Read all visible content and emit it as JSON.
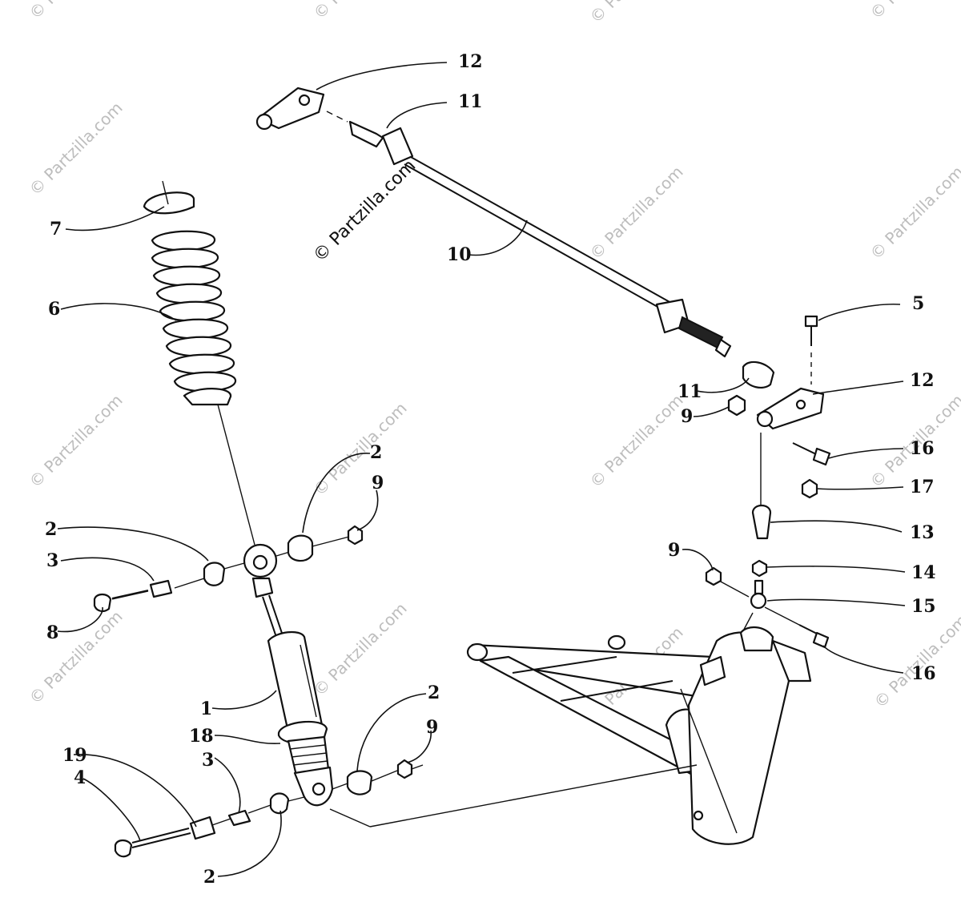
{
  "watermark": {
    "text": "© Partzilla.com",
    "featured_text": "© Partzilla.com"
  },
  "callouts": [
    {
      "id": "c12a",
      "label": "12"
    },
    {
      "id": "c11a",
      "label": "11"
    },
    {
      "id": "c7",
      "label": "7"
    },
    {
      "id": "c10",
      "label": "10"
    },
    {
      "id": "c6",
      "label": "6"
    },
    {
      "id": "c5",
      "label": "5"
    },
    {
      "id": "c11b",
      "label": "11"
    },
    {
      "id": "c12b",
      "label": "12"
    },
    {
      "id": "c9a",
      "label": "9"
    },
    {
      "id": "c16a",
      "label": "16"
    },
    {
      "id": "c17",
      "label": "17"
    },
    {
      "id": "c2a",
      "label": "2"
    },
    {
      "id": "c9b",
      "label": "9"
    },
    {
      "id": "c2b",
      "label": "2"
    },
    {
      "id": "c3a",
      "label": "3"
    },
    {
      "id": "c8",
      "label": "8"
    },
    {
      "id": "c13",
      "label": "13"
    },
    {
      "id": "c9c",
      "label": "9"
    },
    {
      "id": "c14",
      "label": "14"
    },
    {
      "id": "c15",
      "label": "15"
    },
    {
      "id": "c16b",
      "label": "16"
    },
    {
      "id": "c1",
      "label": "1"
    },
    {
      "id": "c18",
      "label": "18"
    },
    {
      "id": "c2c",
      "label": "2"
    },
    {
      "id": "c9d",
      "label": "9"
    },
    {
      "id": "c19",
      "label": "19"
    },
    {
      "id": "c3b",
      "label": "3"
    },
    {
      "id": "c4",
      "label": "4"
    },
    {
      "id": "c2d",
      "label": "2"
    }
  ]
}
